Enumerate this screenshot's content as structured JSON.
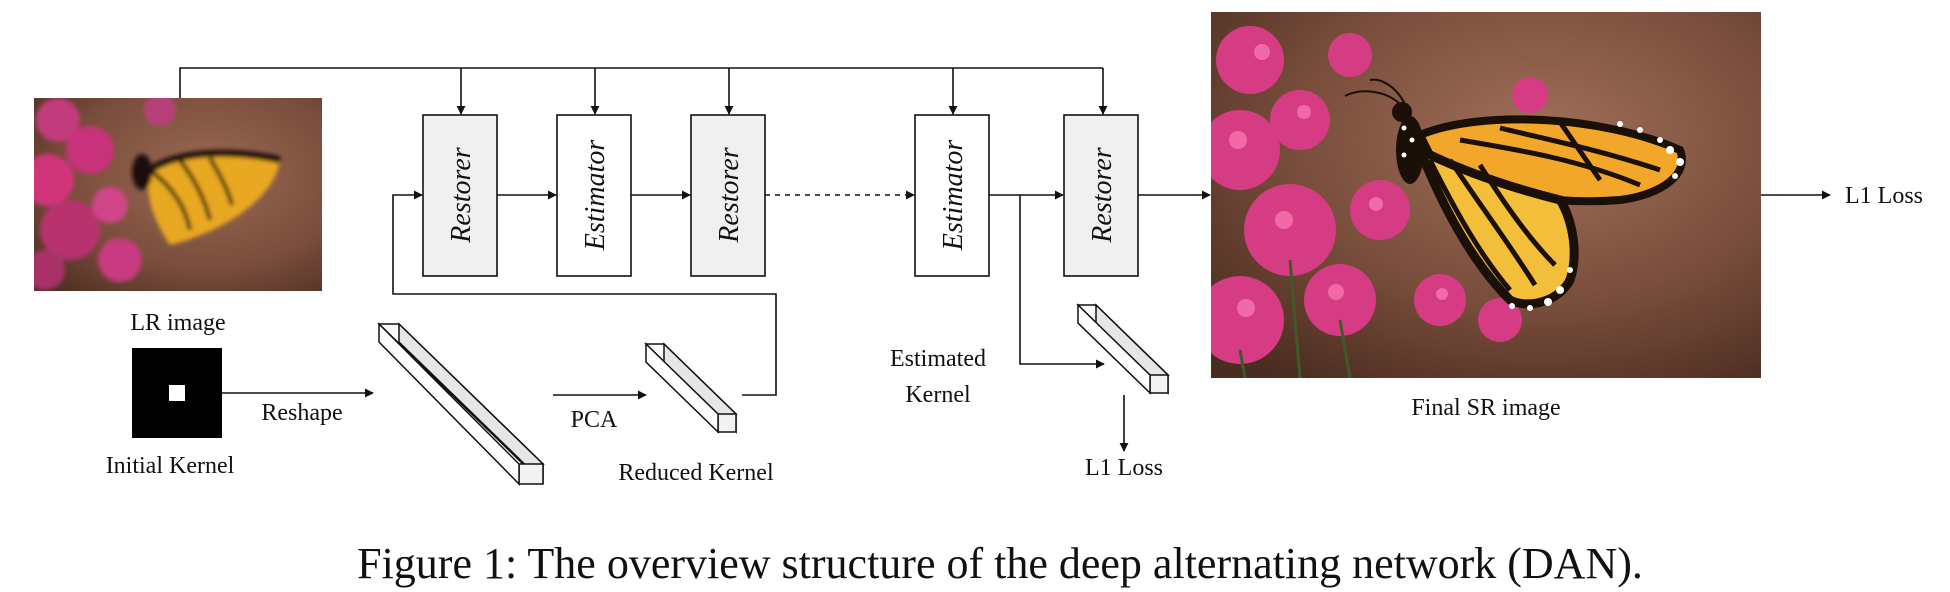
{
  "labels": {
    "lr_image": "LR image",
    "initial_kernel": "Initial Kernel",
    "reshape": "Reshape",
    "pca": "PCA",
    "reduced_kernel": "Reduced Kernel",
    "estimated_kernel_line1": "Estimated",
    "estimated_kernel_line2": "Kernel",
    "kernel_loss": "L1 Loss",
    "final_sr_image": "Final SR image",
    "image_loss": "L1 Loss"
  },
  "blocks": [
    "Restorer",
    "Estimator",
    "Restorer",
    "Estimator",
    "Restorer"
  ],
  "caption": "Figure 1: The overview structure of the deep alternating network (DAN).",
  "colors": {
    "restorer_fill": "#f0f0f0",
    "estimator_fill": "#ffffff",
    "line": "#111111",
    "flower_pink": "#d0347a",
    "butterfly_orange": "#f0a020",
    "background_brown": "#7a4e3c"
  }
}
